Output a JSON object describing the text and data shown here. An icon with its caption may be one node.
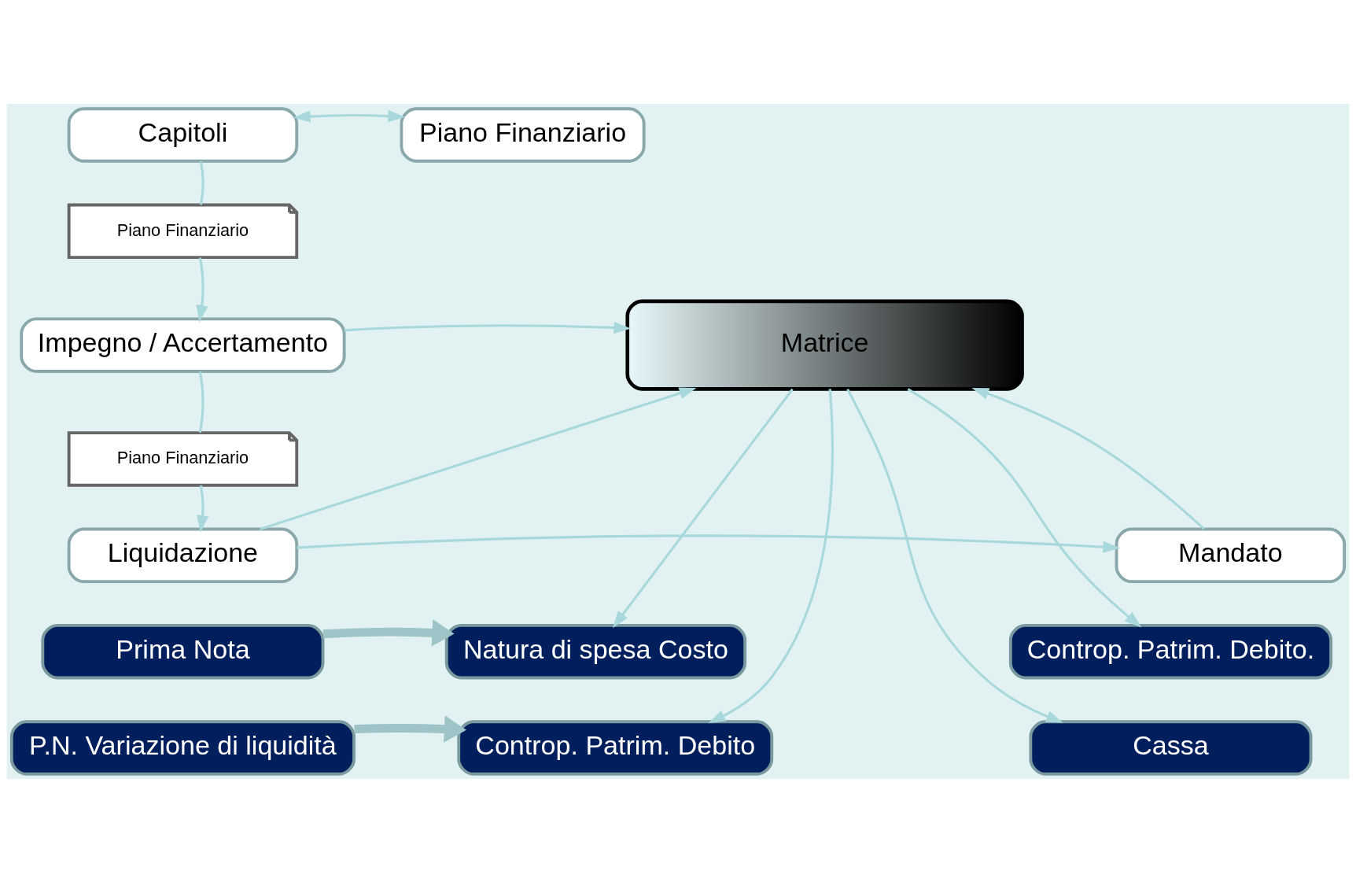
{
  "diagram": {
    "nodes": [
      {
        "text": [
          "Capitoli"
        ]
      },
      {
        "text": [
          "Piano Finanziario"
        ]
      },
      {
        "text": [
          "Piano Finanziario"
        ]
      },
      {
        "text": [
          "Impegno / Accertamento"
        ]
      },
      {
        "text": [
          "Matrice"
        ]
      },
      {
        "text": [
          "Piano Finanziario"
        ]
      },
      {
        "text": [
          "Liquidazione"
        ]
      },
      {
        "text": [
          "Mandato"
        ]
      },
      {
        "text": [
          "Prima Nota"
        ]
      },
      {
        "text": [
          "Natura di spesa Costo"
        ]
      },
      {
        "text": [
          "Controp. Patrim. Debito."
        ]
      },
      {
        "text": [
          "P.N. Variazione di liquidità"
        ]
      },
      {
        "text": [
          "Controp. Patrim. Debito"
        ]
      },
      {
        "text": [
          "Cassa"
        ]
      }
    ],
    "edges": [
      {
        "from": 0,
        "to": 1,
        "arrow": "both"
      },
      {
        "from": 0,
        "to": 2,
        "arrow": "none"
      },
      {
        "from": 2,
        "to": 3,
        "arrow": "to"
      },
      {
        "from": 3,
        "to": 4,
        "arrow": "to"
      },
      {
        "from": 3,
        "to": 5,
        "arrow": "none"
      },
      {
        "from": 5,
        "to": 6,
        "arrow": "to"
      },
      {
        "from": 6,
        "to": 4,
        "arrow": "to"
      },
      {
        "from": 6,
        "to": 7,
        "arrow": "to"
      },
      {
        "from": 7,
        "to": 4,
        "arrow": "to"
      },
      {
        "from": 4,
        "to": 9,
        "arrow": "to"
      },
      {
        "from": 4,
        "to": 12,
        "arrow": "to"
      },
      {
        "from": 4,
        "to": 13,
        "arrow": "to"
      },
      {
        "from": 4,
        "to": 10,
        "arrow": "to"
      },
      {
        "from": 8,
        "to": 9,
        "arrow": "to",
        "style": "thick"
      },
      {
        "from": 11,
        "to": 12,
        "arrow": "to",
        "style": "thick"
      }
    ]
  }
}
